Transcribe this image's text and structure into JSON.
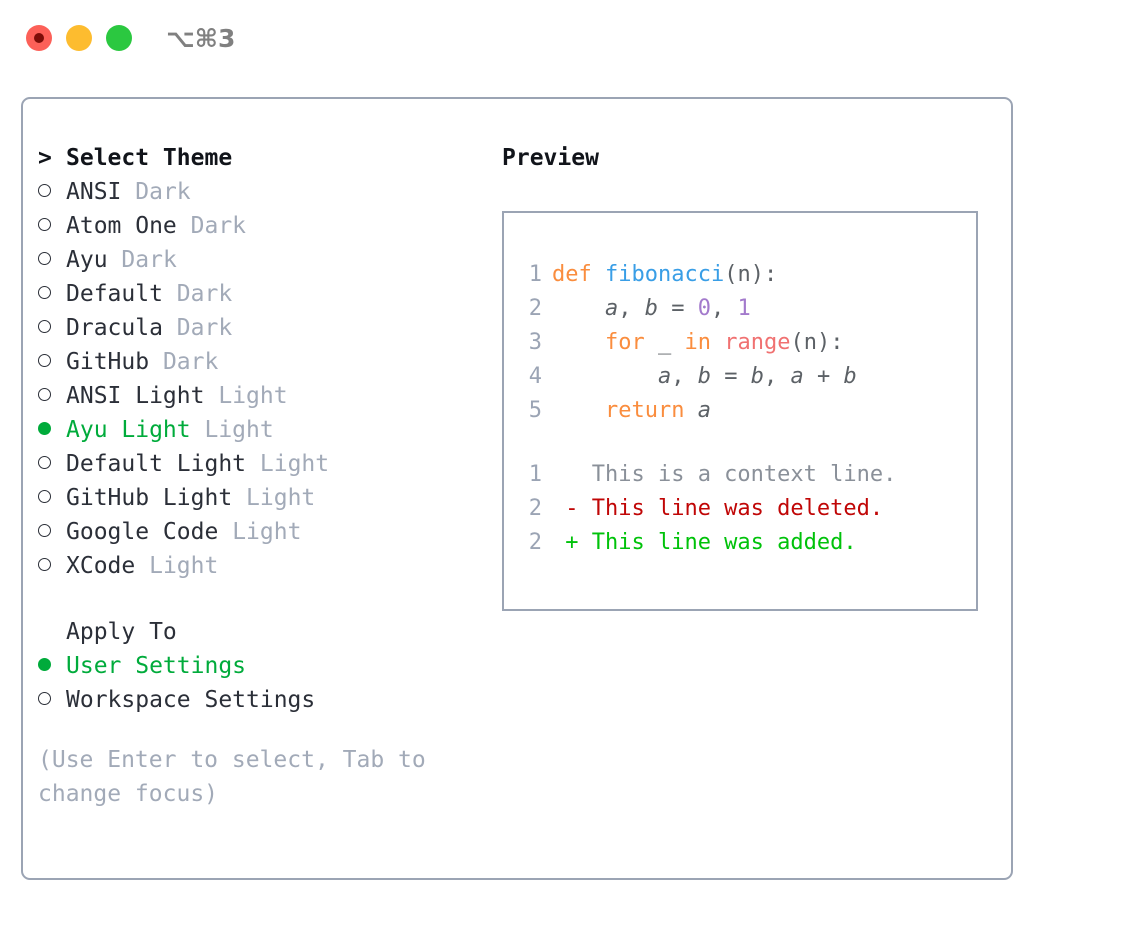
{
  "titlebar": {
    "shortcut": "⌥⌘3",
    "buttons": [
      {
        "name": "close",
        "color": "#fc6058",
        "recording": true
      },
      {
        "name": "minimize",
        "color": "#fdbc2f",
        "recording": false
      },
      {
        "name": "maximize",
        "color": "#2bc840",
        "recording": false
      }
    ]
  },
  "colors": {
    "panel_border": "#9ba4b4",
    "accent_green": "#00ab3b",
    "muted": "#a2aab8",
    "text": "#2b2f38",
    "kw_orange": "#fa8d3e",
    "fn_blue": "#399ee6",
    "call_red": "#f07171",
    "num_purple": "#a37acc",
    "diff_del": "#c00606",
    "diff_add": "#00c20a"
  },
  "left": {
    "heading_marker": ">",
    "heading": "Select Theme",
    "themes": [
      {
        "name": "ANSI",
        "kind": "Dark",
        "selected": false
      },
      {
        "name": "Atom One",
        "kind": "Dark",
        "selected": false
      },
      {
        "name": "Ayu",
        "kind": "Dark",
        "selected": false
      },
      {
        "name": "Default",
        "kind": "Dark",
        "selected": false
      },
      {
        "name": "Dracula",
        "kind": "Dark",
        "selected": false
      },
      {
        "name": "GitHub",
        "kind": "Dark",
        "selected": false
      },
      {
        "name": "ANSI Light",
        "kind": "Light",
        "selected": false
      },
      {
        "name": "Ayu Light",
        "kind": "Light",
        "selected": true
      },
      {
        "name": "Default Light",
        "kind": "Light",
        "selected": false
      },
      {
        "name": "GitHub Light",
        "kind": "Light",
        "selected": false
      },
      {
        "name": "Google Code",
        "kind": "Light",
        "selected": false
      },
      {
        "name": "XCode",
        "kind": "Light",
        "selected": false
      }
    ],
    "apply_to_heading": "Apply To",
    "apply_to": [
      {
        "name": "User Settings",
        "selected": true
      },
      {
        "name": "Workspace Settings",
        "selected": false
      }
    ],
    "hint": "(Use Enter to select, Tab to change focus)"
  },
  "right": {
    "preview_title": "Preview",
    "code_lines": [
      {
        "num": "1",
        "tokens": [
          {
            "t": "def ",
            "c": "kw"
          },
          {
            "t": "fibonacci",
            "c": "fn"
          },
          {
            "t": "(n):",
            "c": "pun"
          }
        ]
      },
      {
        "num": "2",
        "tokens": [
          {
            "t": "    ",
            "c": "pun"
          },
          {
            "t": "a",
            "c": "var"
          },
          {
            "t": ", ",
            "c": "pun"
          },
          {
            "t": "b",
            "c": "var"
          },
          {
            "t": " = ",
            "c": "pun"
          },
          {
            "t": "0",
            "c": "num"
          },
          {
            "t": ", ",
            "c": "pun"
          },
          {
            "t": "1",
            "c": "num"
          }
        ]
      },
      {
        "num": "3",
        "tokens": [
          {
            "t": "    ",
            "c": "pun"
          },
          {
            "t": "for",
            "c": "kw"
          },
          {
            "t": " _ ",
            "c": "pun"
          },
          {
            "t": "in",
            "c": "kw"
          },
          {
            "t": " ",
            "c": "pun"
          },
          {
            "t": "range",
            "c": "call"
          },
          {
            "t": "(n):",
            "c": "pun"
          }
        ]
      },
      {
        "num": "4",
        "tokens": [
          {
            "t": "        ",
            "c": "pun"
          },
          {
            "t": "a",
            "c": "var"
          },
          {
            "t": ", ",
            "c": "pun"
          },
          {
            "t": "b",
            "c": "var"
          },
          {
            "t": " = ",
            "c": "pun"
          },
          {
            "t": "b",
            "c": "var"
          },
          {
            "t": ", ",
            "c": "pun"
          },
          {
            "t": "a",
            "c": "var"
          },
          {
            "t": " + ",
            "c": "pun"
          },
          {
            "t": "b",
            "c": "var"
          }
        ]
      },
      {
        "num": "5",
        "tokens": [
          {
            "t": "    ",
            "c": "pun"
          },
          {
            "t": "return",
            "c": "kw"
          },
          {
            "t": " ",
            "c": "pun"
          },
          {
            "t": "a",
            "c": "var"
          }
        ]
      }
    ],
    "diff_lines": [
      {
        "num": "1",
        "sign": " ",
        "text": "This is a context line.",
        "kind": "ctx"
      },
      {
        "num": "2",
        "sign": "-",
        "text": "This line was deleted.",
        "kind": "del"
      },
      {
        "num": "2",
        "sign": "+",
        "text": "This line was added.",
        "kind": "add"
      }
    ]
  }
}
